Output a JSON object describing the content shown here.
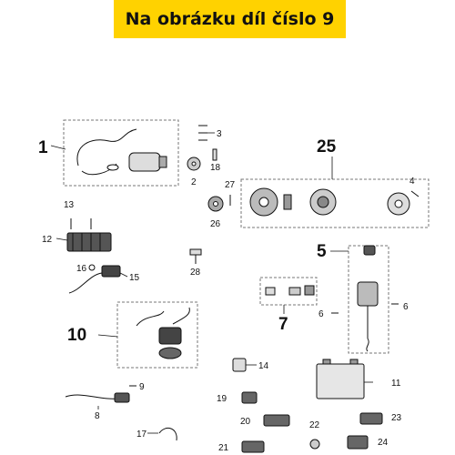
{
  "header": {
    "title": "Na obrázku díl číslo 9"
  },
  "colors": {
    "banner": "#ffd200",
    "ink": "#111111"
  },
  "callouts": {
    "c1": "1",
    "c2": "2",
    "c3": "3",
    "c4": "4",
    "c5": "5",
    "c6a": "6",
    "c6b": "6",
    "c7": "7",
    "c8": "8",
    "c9": "9",
    "c10": "10",
    "c11": "11",
    "c12": "12",
    "c13": "13",
    "c14": "14",
    "c15": "15",
    "c16": "16",
    "c17": "17",
    "c18": "18",
    "c19": "19",
    "c20": "20",
    "c21": "21",
    "c22": "22",
    "c23": "23",
    "c24": "24",
    "c25": "25",
    "c26": "26",
    "c27": "27",
    "c28": "28"
  }
}
